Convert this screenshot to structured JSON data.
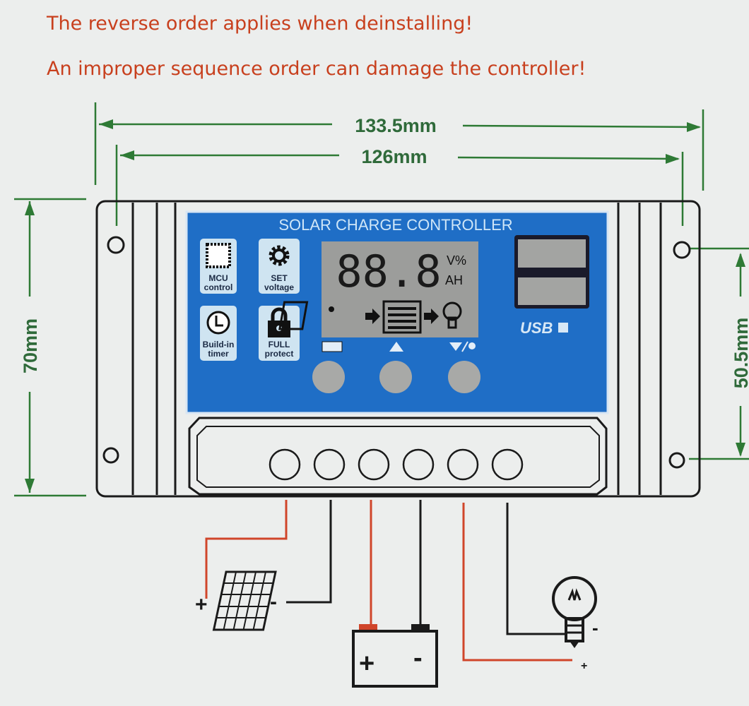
{
  "warnings": {
    "line1": "The reverse order applies when deinstalling!",
    "line2": "An improper sequence order can damage the controller!"
  },
  "dimensions": {
    "total_width": "133.5mm",
    "hole_spacing_width": "126mm",
    "height": "70mm",
    "hole_spacing_height": "50.5mm"
  },
  "panel": {
    "title": "SOLAR CHARGE CONTROLLER",
    "features": [
      {
        "icon": "chip-icon",
        "line1": "MCU",
        "line2": "control"
      },
      {
        "icon": "gear-icon",
        "line1": "SET",
        "line2": "voltage"
      },
      {
        "icon": "clock-icon",
        "line1": "Build-in",
        "line2": "timer"
      },
      {
        "icon": "lock-icon",
        "line1": "FULL",
        "line2": "protect"
      }
    ],
    "lcd": {
      "digits": "88.8",
      "unit_top": "V%",
      "unit_bottom": "AH"
    },
    "usb_label": "USB",
    "buttons": [
      "menu-icon",
      "up-plus-icon",
      "down-minus-light-icon"
    ]
  },
  "terminals": {
    "count": 6
  },
  "connections": {
    "solar": {
      "plus": "+",
      "minus": "-"
    },
    "battery": {
      "plus": "+",
      "minus": "-"
    },
    "load": {
      "plus": "+",
      "minus": "-"
    }
  },
  "colors": {
    "warning": "#c8401e",
    "dimension": "#2e7a35",
    "panel": "#1f6ec6",
    "positive_wire": "#d0452a",
    "negative_wire": "#1a1a1a"
  }
}
